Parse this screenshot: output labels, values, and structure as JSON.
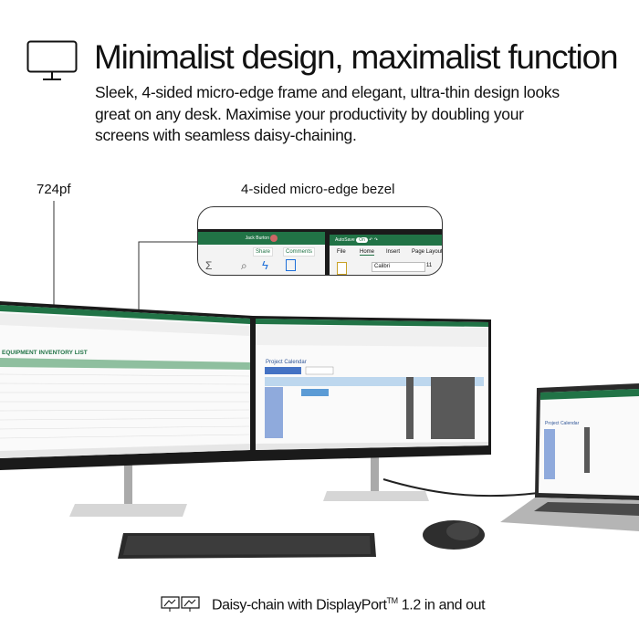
{
  "header": {
    "icon": "monitor-icon",
    "title": "Minimalist design, maximalist function",
    "body": "Sleek, 4-sided micro-edge frame and elegant, ultra-thin design looks great on any desk. Maximise your productivity by doubling your screens with seamless daisy-chaining."
  },
  "labels": {
    "model": "724pf",
    "bezel": "4-sided micro-edge bezel"
  },
  "callout": {
    "left_screen": {
      "user": "Jack Burton",
      "share": "Share",
      "comments": "Comments"
    },
    "right_screen": {
      "autosave": "AutoSave",
      "toggle": "On",
      "tabs": [
        "File",
        "Home",
        "Insert",
        "Page Layout"
      ],
      "font": "Calibri",
      "font_size": "11"
    }
  },
  "screens": {
    "left_sheet_title": "EQUIPMENT INVENTORY LIST",
    "right_sheet_title": "Project Calendar",
    "laptop_sheet_title": "Project Calendar"
  },
  "footer": {
    "icon": "daisy-chain-monitors-icon",
    "text": "Daisy-chain with DisplayPort",
    "trademark": "TM",
    "text_after": " 1.2 in and out"
  },
  "colors": {
    "excel_green": "#217346",
    "bezel": "#1a1a1a",
    "stand": "#c8c8c8"
  }
}
